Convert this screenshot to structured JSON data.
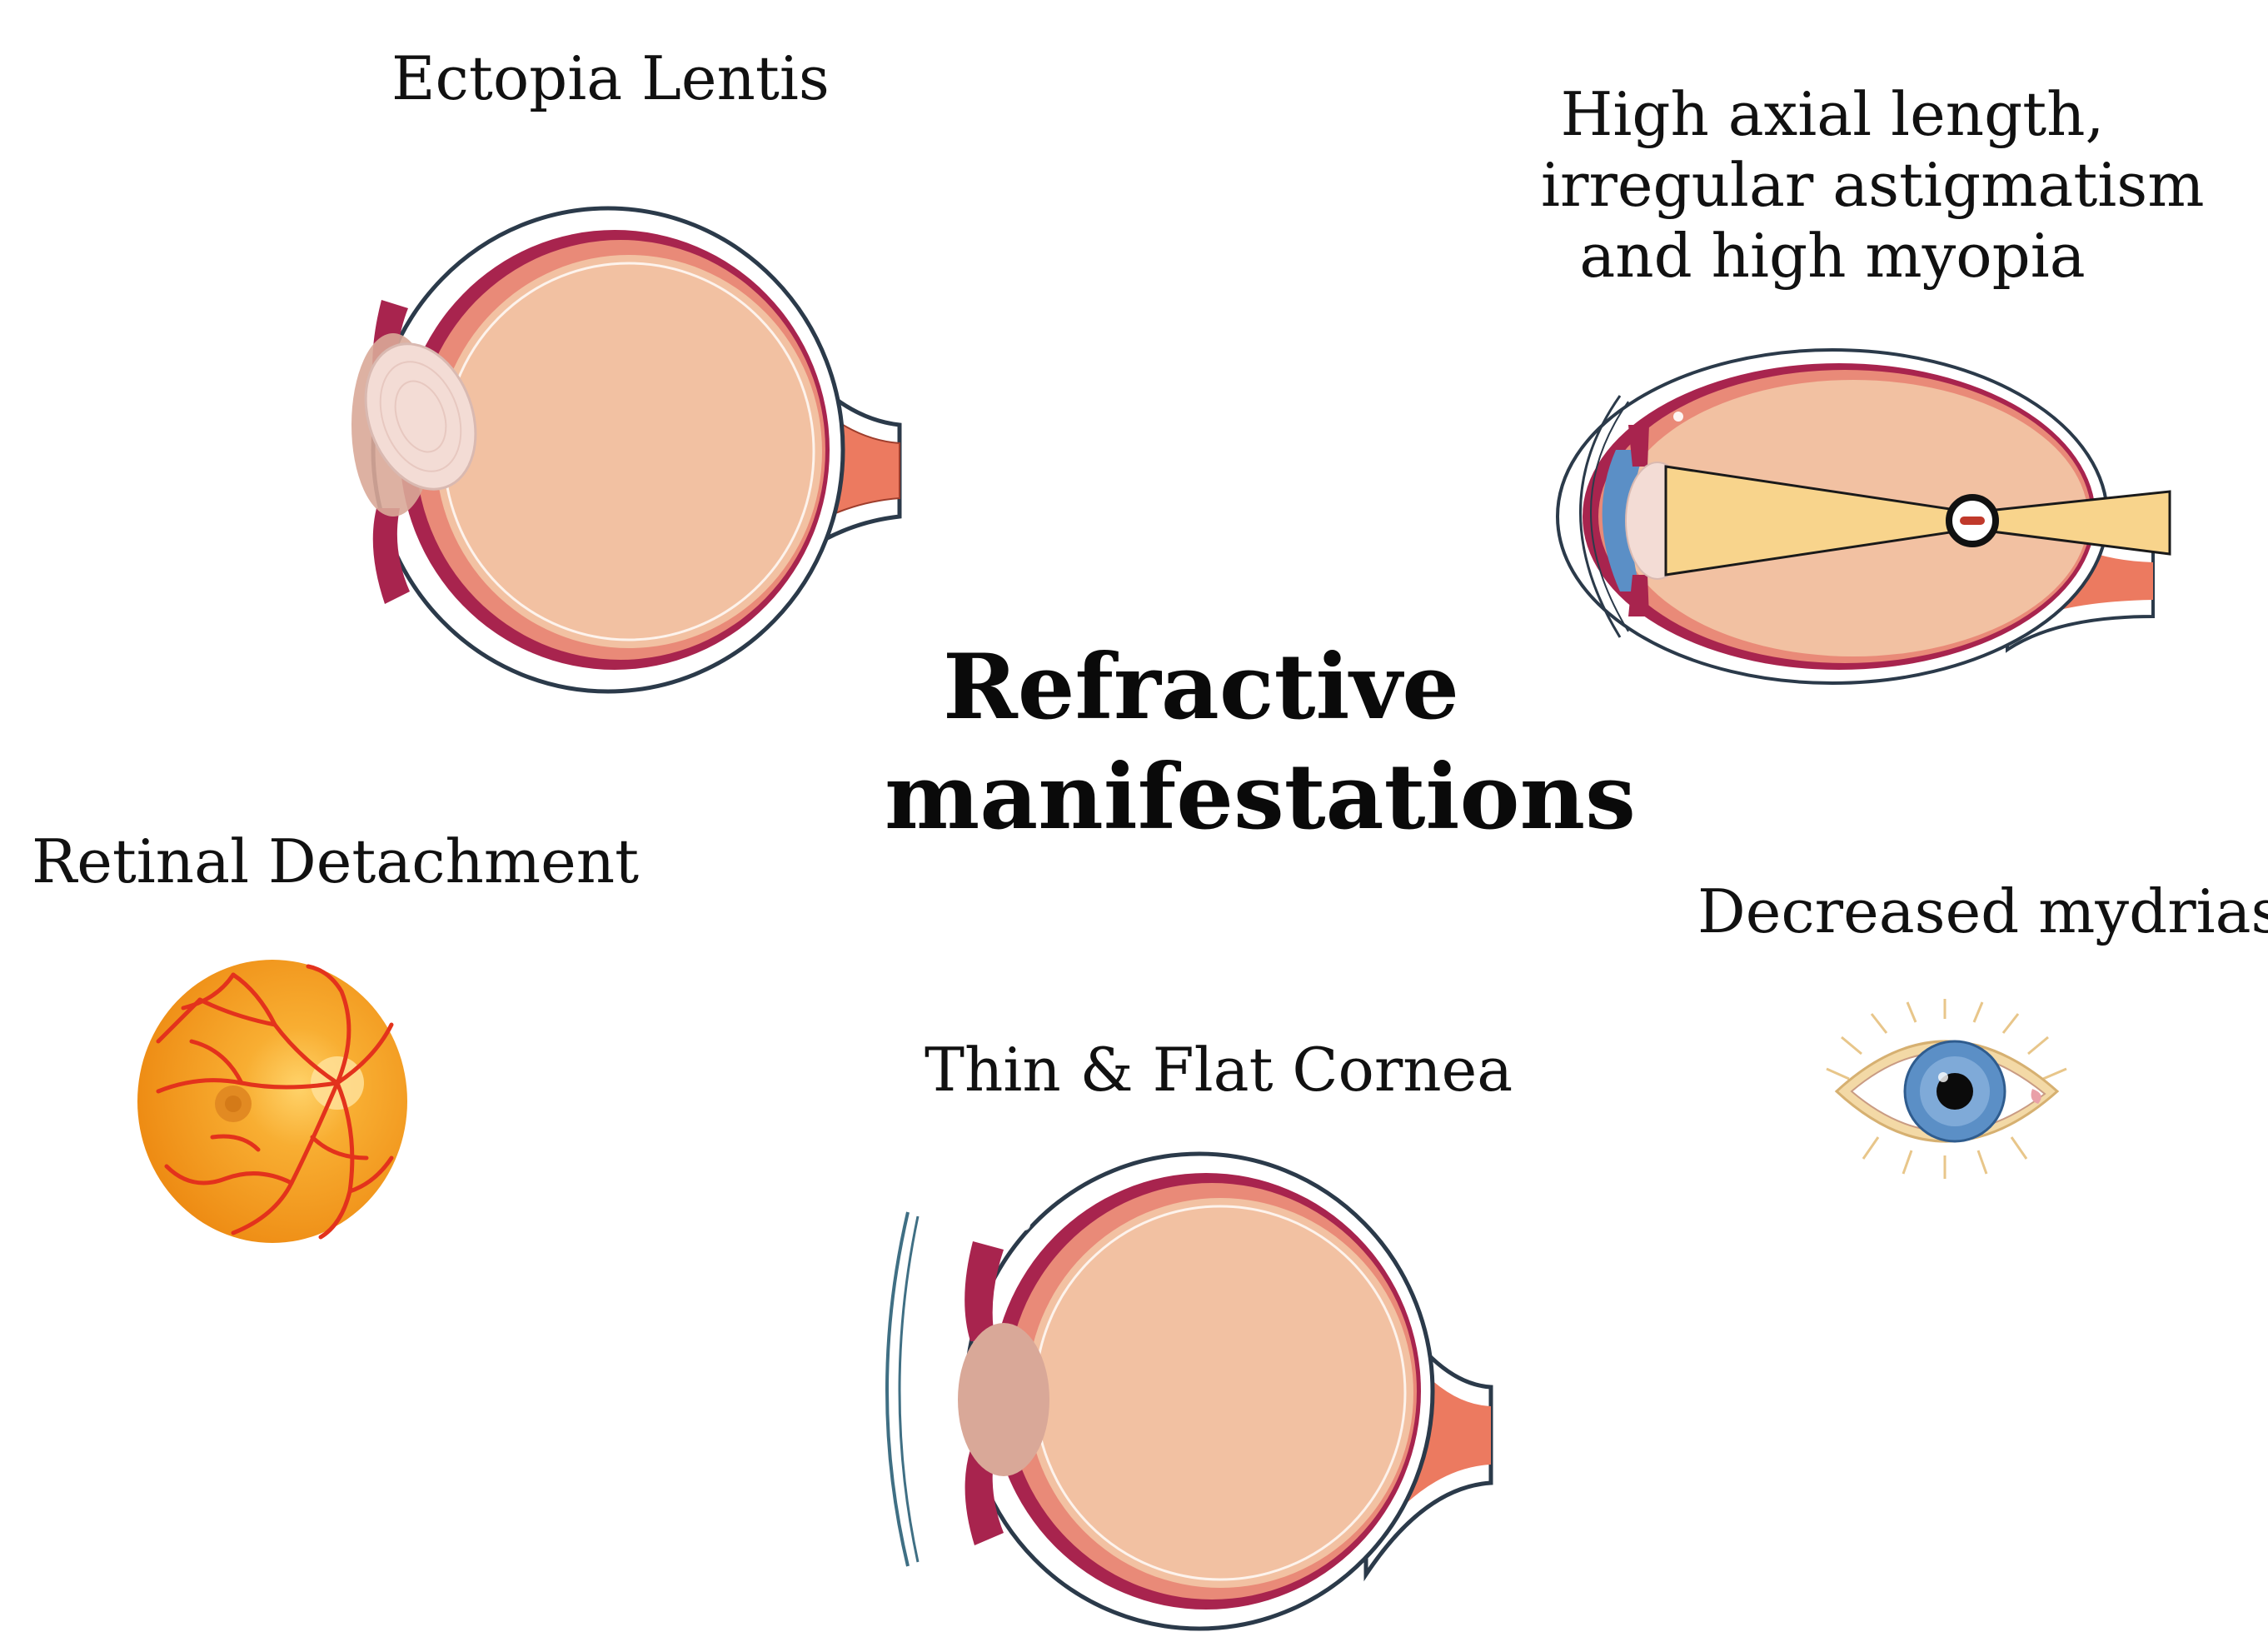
{
  "title": {
    "line1": "Refractive",
    "line2": "manifestations"
  },
  "labels": {
    "ectopia_lentis": "Ectopia Lentis",
    "high_axial": [
      "High axial length,",
      "irregular astigmatism",
      "and high myopia"
    ],
    "retinal_detachment": "Retinal Detachment",
    "decreased_mydriasis": "Decreased mydriasis",
    "thin_flat_cornea": "Thin & Flat Cornea"
  },
  "colors": {
    "vitreous": "#F2C1A2",
    "choroid": "#A8244E",
    "retina": "#E98A78",
    "optic_nerve": "#EC7A60",
    "lens": "#D9A898",
    "fundus": "#F29A1E",
    "vessels": "#E3321C",
    "iris": "#5B8FC6",
    "light_cone": "#F8D48C"
  }
}
